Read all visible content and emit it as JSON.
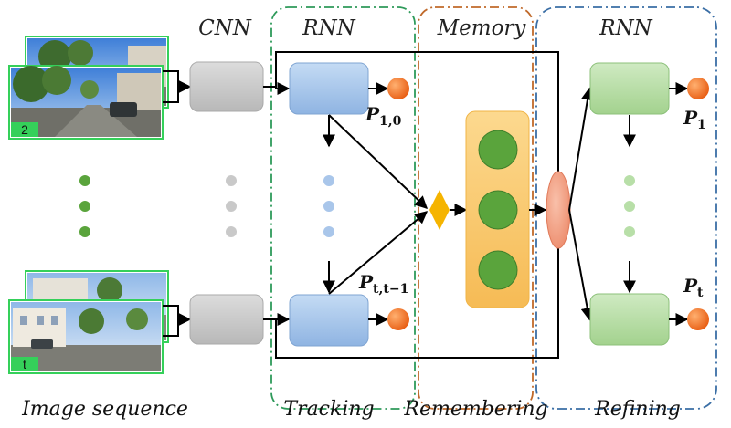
{
  "headers": {
    "cnn": "CNN",
    "rnn_tracking": "RNN",
    "memory": "Memory",
    "rnn_refining": "RNN"
  },
  "stages": {
    "image_sequence": "Image sequence",
    "tracking": "Tracking",
    "remembering": "Remembering",
    "refining": "Refining"
  },
  "frames": {
    "top_label": "2",
    "bottom_label": "t"
  },
  "poses": {
    "tracking_top": {
      "base": "P",
      "sub": "1,0"
    },
    "tracking_bottom": {
      "base": "P",
      "sub": "t,t−1"
    },
    "refining_top": {
      "base": "P",
      "sub": "1"
    },
    "refining_bottom": {
      "base": "P",
      "sub": "t"
    }
  },
  "colors": {
    "tracking_box": "#2e9a5a",
    "remembering_box": "#c0692a",
    "refining_box": "#3a6ea5",
    "cnn_block": "#c9c9c9",
    "rnn_tracking_block": "#a9c6ea",
    "rnn_refining_block": "#b8dfa8",
    "memory_block": "#f8c76e",
    "memory_cell": "#5aa43c",
    "pose_dot": "#f0742a",
    "fusion_diamond": "#f5b400",
    "merge_ellipse": "#f3a287"
  }
}
